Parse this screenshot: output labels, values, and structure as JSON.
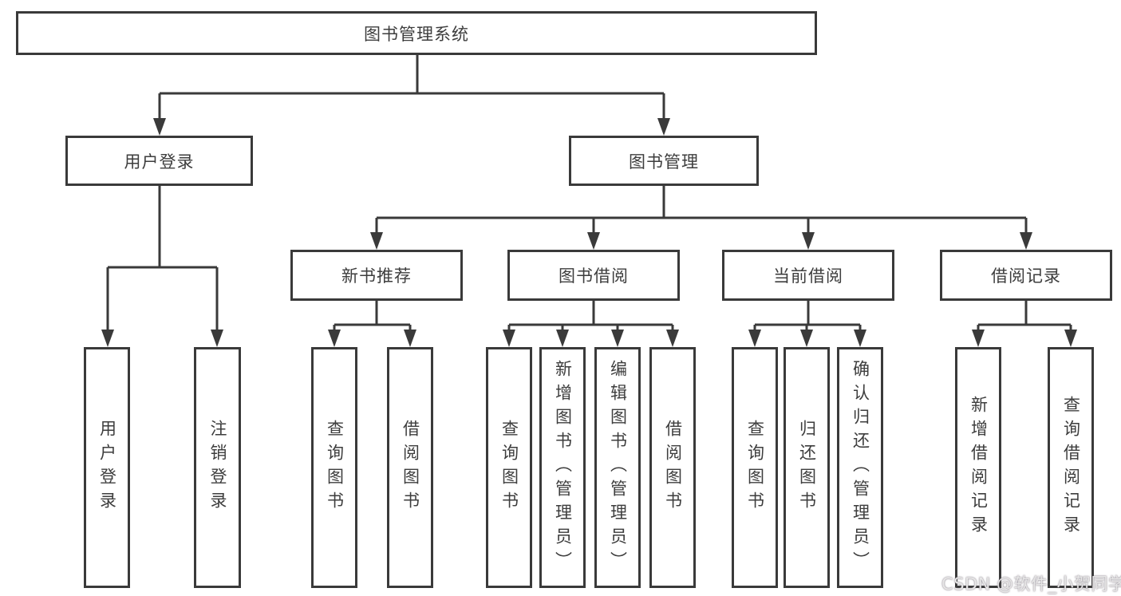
{
  "diagram": {
    "title": "图书管理系统",
    "level2": {
      "user_login": "用户登录",
      "book_management": "图书管理"
    },
    "level3": {
      "new_book_recommend": "新书推荐",
      "book_borrowing": "图书借阅",
      "current_borrowing": "当前借阅",
      "borrow_records": "借阅记录"
    },
    "leaves": {
      "user_login": "用户登录",
      "logout": "注销登录",
      "nb_query_books": "查询图书",
      "nb_borrow_books": "借阅图书",
      "bb_query_books": "查询图书",
      "bb_add_books_admin": "新增图书（管理员）",
      "bb_edit_books_admin": "编辑图书（管理员）",
      "bb_borrow_books": "借阅图书",
      "cb_query_books": "查询图书",
      "cb_return_books": "归还图书",
      "cb_confirm_return_admin": "确认归还（管理员）",
      "br_add_record": "新增借阅记录",
      "br_query_record": "查询借阅记录"
    },
    "watermark": "CSDN @软件_小贺同学",
    "colors": {
      "line": "#3a3a3a",
      "text": "#3d3d3d",
      "background": "#ffffff",
      "watermark": "#e7e7e7"
    }
  }
}
